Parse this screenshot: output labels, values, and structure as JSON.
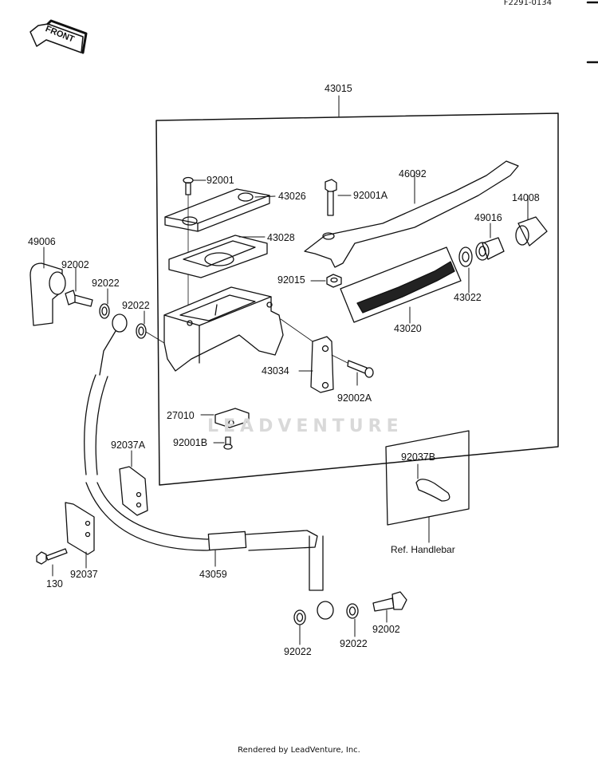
{
  "diagram": {
    "code": "F2291-0134",
    "front_label": "FRONT",
    "watermark": "LEADVENTURE",
    "footer": "Rendered by LeadVenture, Inc.",
    "assembly_label": "43015",
    "reference_note": "Ref. Handlebar",
    "parts": {
      "p43015": "43015",
      "p92001": "92001",
      "p43026": "43026",
      "p43028": "43028",
      "p92001A": "92001A",
      "p46092": "46092",
      "p14008": "14008",
      "p49016": "49016",
      "p92015": "92015",
      "p43022": "43022",
      "p43020": "43020",
      "p49006": "49006",
      "p92002_top": "92002",
      "p92022_a": "92022",
      "p92022_b": "92022",
      "p43034": "43034",
      "p92002A": "92002A",
      "p27010": "27010",
      "p92001B": "92001B",
      "p92037A": "92037A",
      "p92037B": "92037B",
      "p92037": "92037",
      "p130": "130",
      "p43059": "43059",
      "p92022_c": "92022",
      "p92022_d": "92022",
      "p92002_bot": "92002"
    }
  }
}
